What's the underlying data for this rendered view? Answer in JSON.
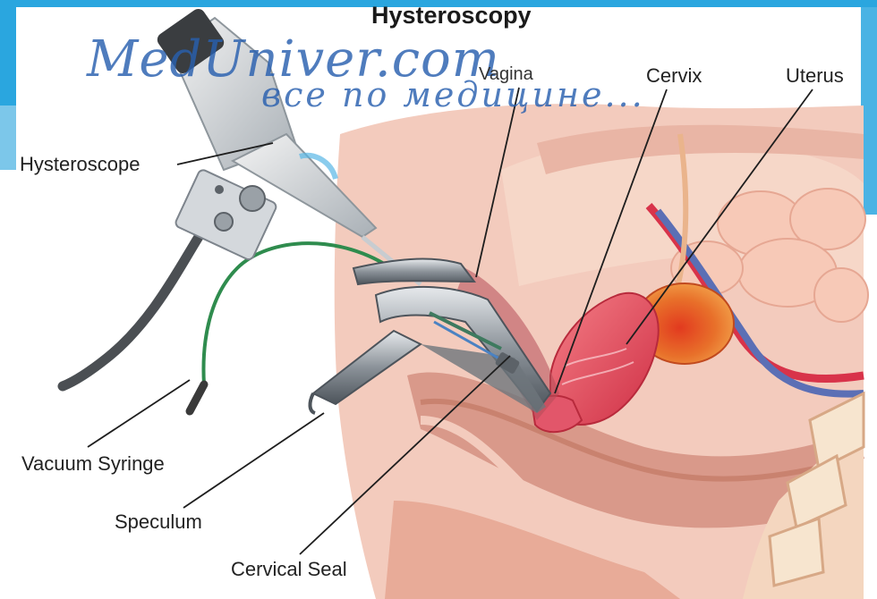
{
  "diagram": {
    "title": "Hysteroscopy",
    "labels": {
      "vagina": "Vagina",
      "cervix": "Cervix",
      "uterus": "Uterus",
      "hysteroscope": "Hysteroscope",
      "vacuum_syringe": "Vacuum Syringe",
      "speculum": "Speculum",
      "cervical_seal": "Cervical Seal"
    }
  },
  "watermark": {
    "site": "MedUniver.com",
    "tagline": "все по медицине..."
  },
  "colors": {
    "frame_blue": "#2aa6df",
    "tissue_pink": "#f0c2b0",
    "uterus_red": "#d9334a",
    "bladder_orange": "#e5762c",
    "vein_blue": "#5b6fb5",
    "tube_green": "#2f8c4e",
    "speculum_steel": "#7d848c"
  }
}
